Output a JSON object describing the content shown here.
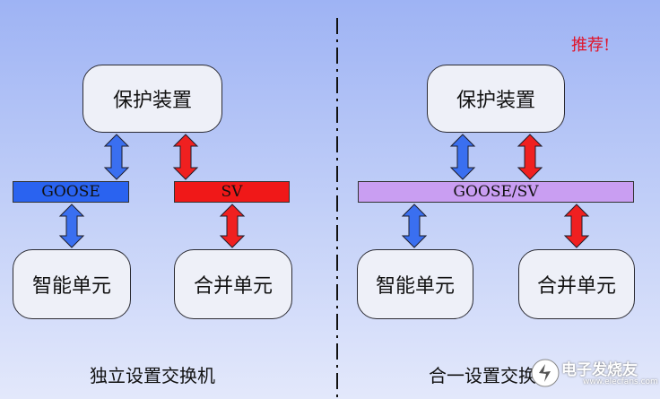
{
  "left": {
    "top_node": "保护装置",
    "bus_goose": "GOOSE",
    "bus_sv": "SV",
    "bottom_left": "智能单元",
    "bottom_right": "合并单元",
    "caption": "独立设置交换机"
  },
  "right": {
    "tag": "推荐!",
    "top_node": "保护装置",
    "bus": "GOOSE/SV",
    "bottom_left": "智能单元",
    "bottom_right": "合并单元",
    "caption": "合一设置交换机"
  },
  "watermark": {
    "text": "电子发烧友",
    "url": "www.elecfans.com"
  },
  "colors": {
    "goose": "#2a63f0",
    "sv": "#f01818",
    "combined": "#c99ef2",
    "arrow_blue": "#3a6ff0",
    "arrow_red": "#f02020"
  }
}
